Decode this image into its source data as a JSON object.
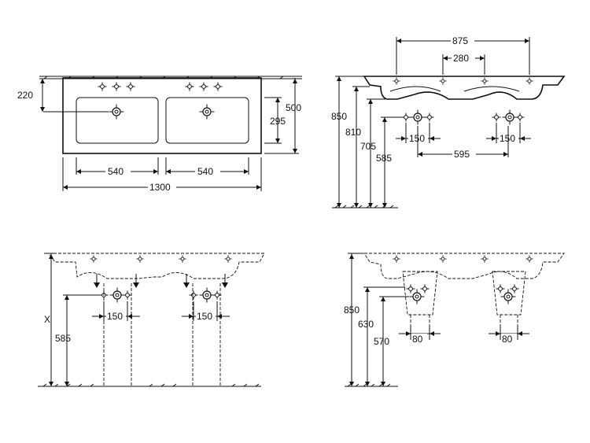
{
  "top_view": {
    "overall_width": "1300",
    "basin_width_left": "540",
    "basin_width_right": "540",
    "depth": "500",
    "basin_depth": "295",
    "tap_hole_offset": "220"
  },
  "side_view": {
    "tap_spacing_outer": "875",
    "tap_spacing_inner": "280",
    "height_top": "850",
    "height_underside": "810",
    "height_bowl": "705",
    "drain_height": "585",
    "connection_width_left": "150",
    "connection_width_right": "150",
    "connection_spacing": "595"
  },
  "pedestal_view": {
    "height_variable": "X",
    "drain_height": "585",
    "connection_width_left": "150",
    "connection_width_right": "150"
  },
  "semi_pedestal_view": {
    "height_top": "850",
    "height_trap": "630",
    "drain_height": "570",
    "trap_width_left": "80",
    "trap_width_right": "80"
  }
}
